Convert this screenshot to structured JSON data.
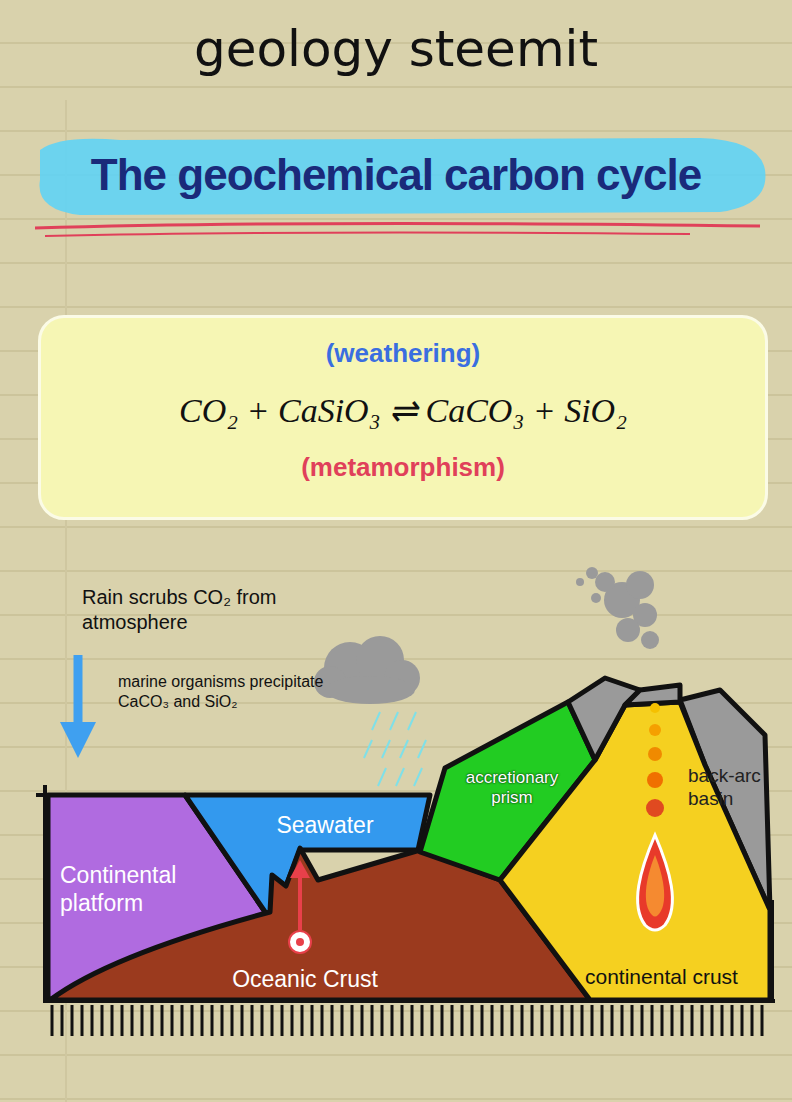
{
  "diagram": {
    "title": "The geochemical carbon cycle",
    "nodes": [
      {
        "text": [
          "(weathering)",
          "CO₂ + CaSiO₃ ⇌ CaCO₃ + SiO₂",
          "(metamorphism)"
        ]
      },
      {
        "text": [
          "Continental platform"
        ]
      },
      {
        "text": [
          "Seawater"
        ]
      },
      {
        "text": [
          "accretionary prism"
        ]
      },
      {
        "text": [
          "back-arc basin"
        ]
      },
      {
        "text": [
          "Oceanic Crust"
        ]
      },
      {
        "text": [
          "continental crust"
        ]
      }
    ],
    "labels": [
      "geology steemit",
      "Rain scrubs CO₂ from atmosphere",
      "marine organisms precipitate CaCO₃ and SiO₂"
    ]
  }
}
